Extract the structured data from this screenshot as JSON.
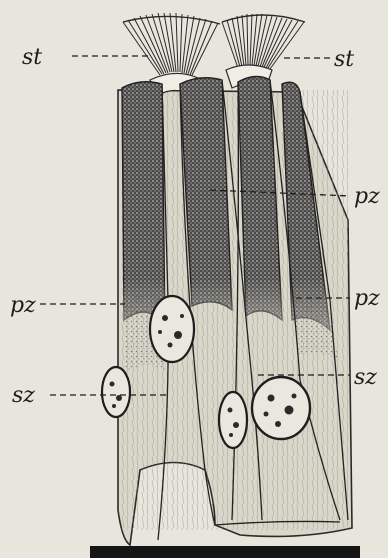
{
  "figure": {
    "labels": {
      "st_left": "st",
      "st_right": "st",
      "pz_right_upper": "pz",
      "pz_left": "pz",
      "pz_right_lower": "pz",
      "sz_left": "sz",
      "sz_right": "sz"
    }
  }
}
